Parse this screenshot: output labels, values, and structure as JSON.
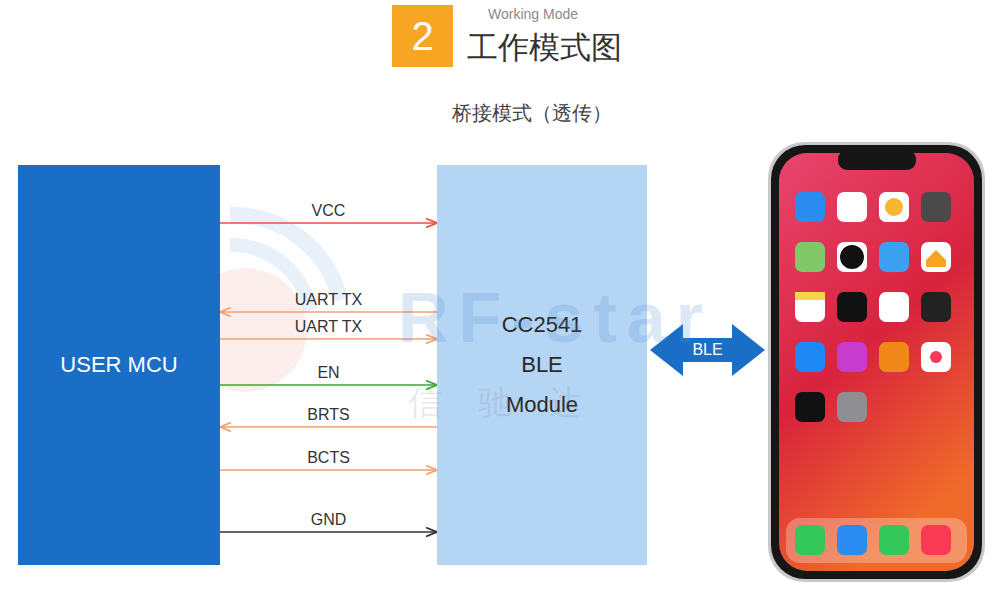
{
  "diagram": {
    "title": "工作模式图",
    "nodes": [
      {
        "text": [
          "USER MCU"
        ]
      },
      {
        "text": [
          "CC2541 BLE Module"
        ]
      }
    ],
    "edges": [
      {
        "from": 0,
        "to": 1,
        "arrow": "to",
        "label": "VCC"
      },
      {
        "from": 1,
        "to": 0,
        "arrow": "to",
        "label": "UART TX"
      },
      {
        "from": 0,
        "to": 1,
        "arrow": "to",
        "label": "UART TX"
      },
      {
        "from": 0,
        "to": 1,
        "arrow": "to",
        "label": "EN"
      },
      {
        "from": 1,
        "to": 0,
        "arrow": "to",
        "label": "BRTS"
      },
      {
        "from": 0,
        "to": 1,
        "arrow": "to",
        "label": "BCTS"
      },
      {
        "from": 0,
        "to": 1,
        "arrow": "to",
        "label": "GND"
      }
    ],
    "labels": [
      "2",
      "Working Mode",
      "桥接模式（透传）",
      "BLE",
      "RF-star",
      "信驰达"
    ]
  }
}
